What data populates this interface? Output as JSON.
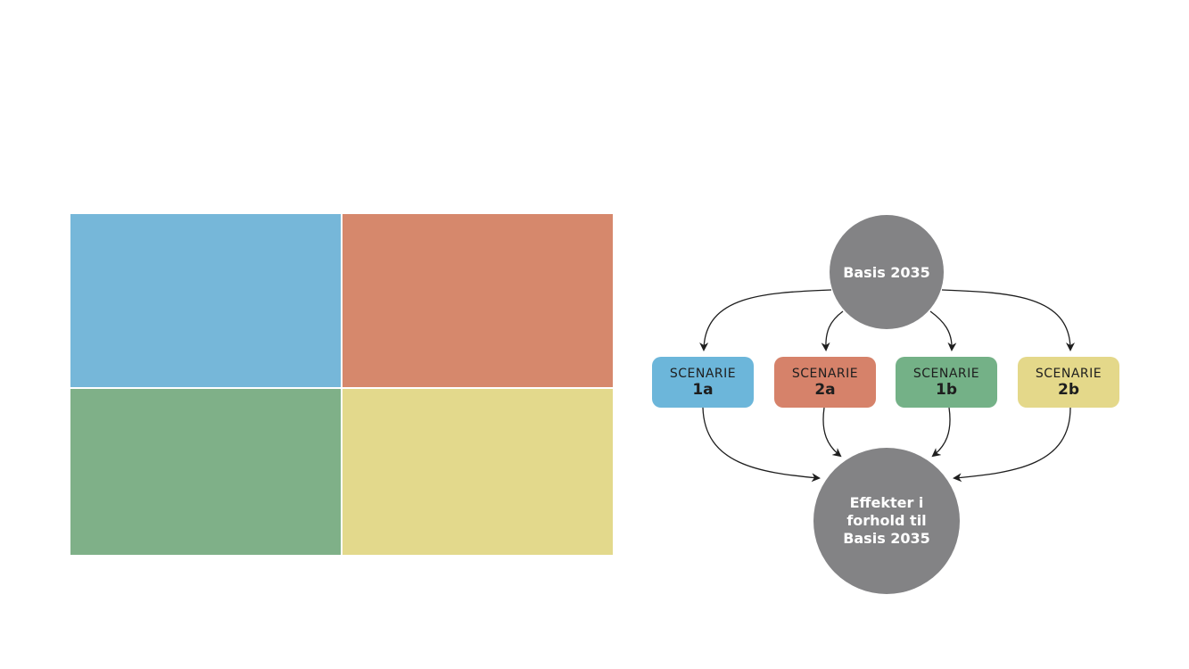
{
  "colors": {
    "blue": "#76b7d9",
    "red": "#d6886c",
    "green": "#7fb088",
    "yellow": "#e3d98c",
    "box_blue": "#6cb6da",
    "box_red": "#d6826a",
    "box_green": "#74b187",
    "box_yellow": "#e4d88a",
    "circle_gray": "#838385",
    "arrow": "#1e1e1e"
  },
  "diagram": {
    "top_circle": "Basis 2035",
    "bottom_circle": "Effekter i\nforhold til\nBasis 2035",
    "scenarios": [
      {
        "label": "SCENARIE",
        "id": "1a"
      },
      {
        "label": "SCENARIE",
        "id": "2a"
      },
      {
        "label": "SCENARIE",
        "id": "1b"
      },
      {
        "label": "SCENARIE",
        "id": "2b"
      }
    ]
  }
}
